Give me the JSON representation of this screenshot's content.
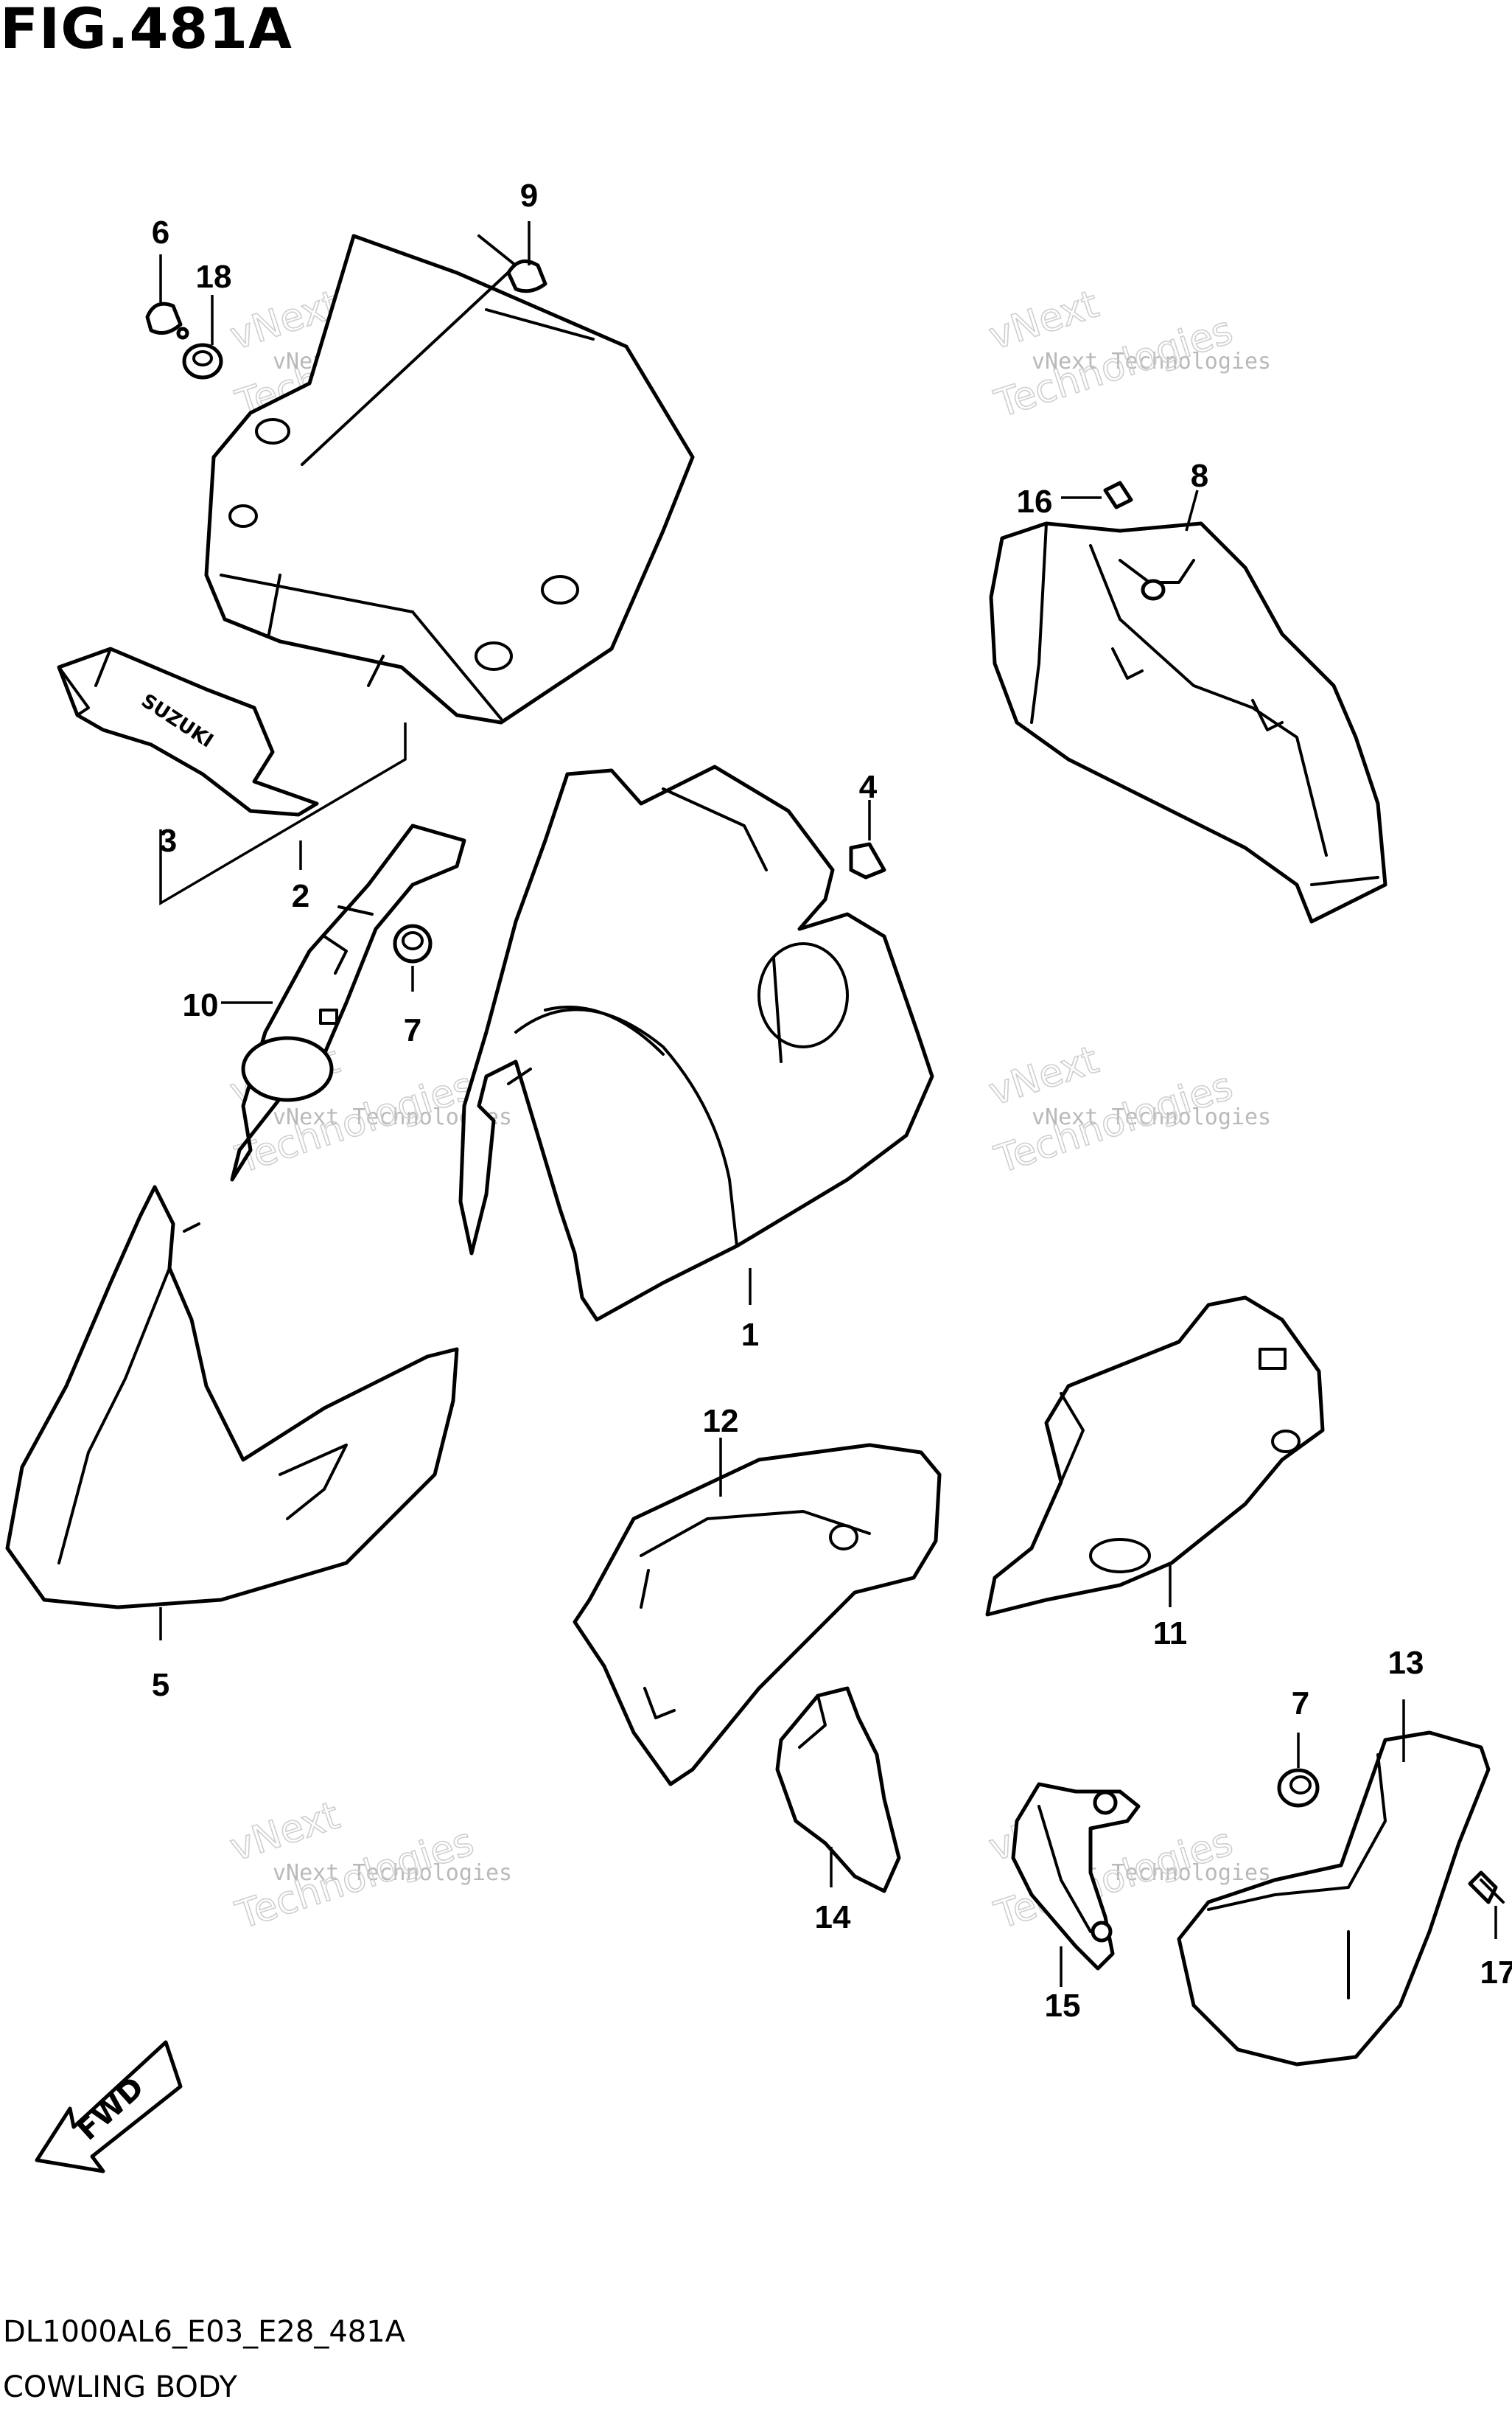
{
  "figure": {
    "title": "FIG.481A",
    "code": "DL1000AL6_E03_E28_481A",
    "name": "COWLING BODY"
  },
  "watermark": {
    "line1": "vNext Technologies",
    "line2": "Technologies",
    "line3": "vNext"
  },
  "parts": {
    "p1": "1",
    "p2": "2",
    "p3": "3",
    "p4": "4",
    "p5": "5",
    "p6": "6",
    "p7": "7",
    "p8": "8",
    "p9": "9",
    "p10": "10",
    "p11": "11",
    "p12": "12",
    "p13": "13",
    "p14": "14",
    "p15": "15",
    "p16": "16",
    "p17": "17",
    "p18": "18"
  },
  "brand_label": "SUZUKI",
  "fwd_label": "FWD"
}
